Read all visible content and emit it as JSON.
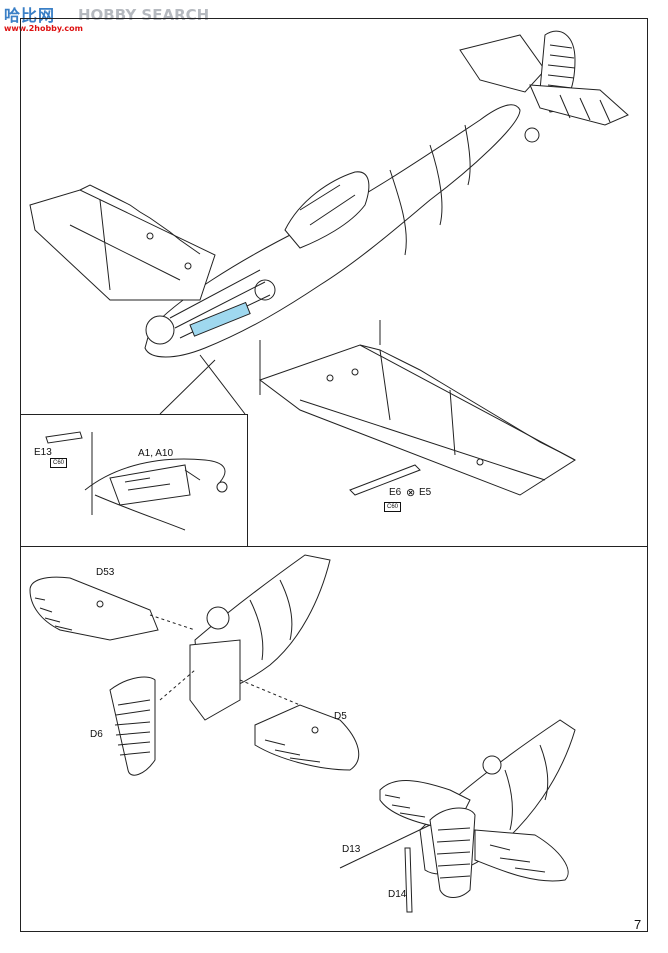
{
  "watermark": {
    "brand_cn": "哈比网",
    "brand_en": "HOBBY SEARCH",
    "url": "www.2hobby.com",
    "primary_color": "#3a7fc6",
    "secondary_color": "#b5b9bf",
    "url_color": "#dd1111"
  },
  "top_panel": {
    "inset": {
      "part_e13": "E13",
      "code_e13": "C60",
      "part_a1_a10": "A1, A10"
    },
    "antenna_part": "E6",
    "antenna_part_alt": "E5",
    "antenna_code": "C60"
  },
  "bottom_panel": {
    "part_d53": "D53",
    "part_d6": "D6",
    "part_d5": "D5",
    "part_d13": "D13",
    "part_d14": "D14"
  },
  "page_number": "7"
}
